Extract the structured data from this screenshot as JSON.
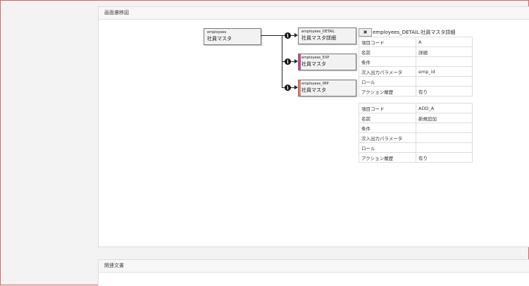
{
  "panels": {
    "transition_title": "画面遷移図",
    "related_docs_title": "関連文書"
  },
  "graph": {
    "root": {
      "code": "employees",
      "name": "社員マスタ"
    },
    "children": [
      {
        "code": "employees_DETAIL",
        "name": "社員マスタ詳細",
        "marker_color": ""
      },
      {
        "code": "employees_EXP",
        "name": "社員マスタ",
        "marker_color": "#c8458f"
      },
      {
        "code": "employees_IMP",
        "name": "社員マスタ",
        "marker_color": "#ea7d68"
      }
    ],
    "info_glyph": "i"
  },
  "detail": {
    "close_label": "✖",
    "title": "employees_DETAIL:社員マスタ詳細",
    "tables": [
      {
        "rows": [
          {
            "key": "項目コード",
            "value": "A"
          },
          {
            "key": "名前",
            "value": "詳細"
          },
          {
            "key": "条件",
            "value": ""
          },
          {
            "key": "次入出力パラメータ",
            "value": "emp_id"
          },
          {
            "key": "ロール",
            "value": ""
          },
          {
            "key": "アクション履歴",
            "value": "有り"
          }
        ]
      },
      {
        "rows": [
          {
            "key": "項目コード",
            "value": "ADD_A"
          },
          {
            "key": "名前",
            "value": "新規追加"
          },
          {
            "key": "条件",
            "value": ""
          },
          {
            "key": "次入出力パラメータ",
            "value": ""
          },
          {
            "key": "ロール",
            "value": ""
          },
          {
            "key": "アクション履歴",
            "value": "有り"
          }
        ]
      }
    ]
  }
}
